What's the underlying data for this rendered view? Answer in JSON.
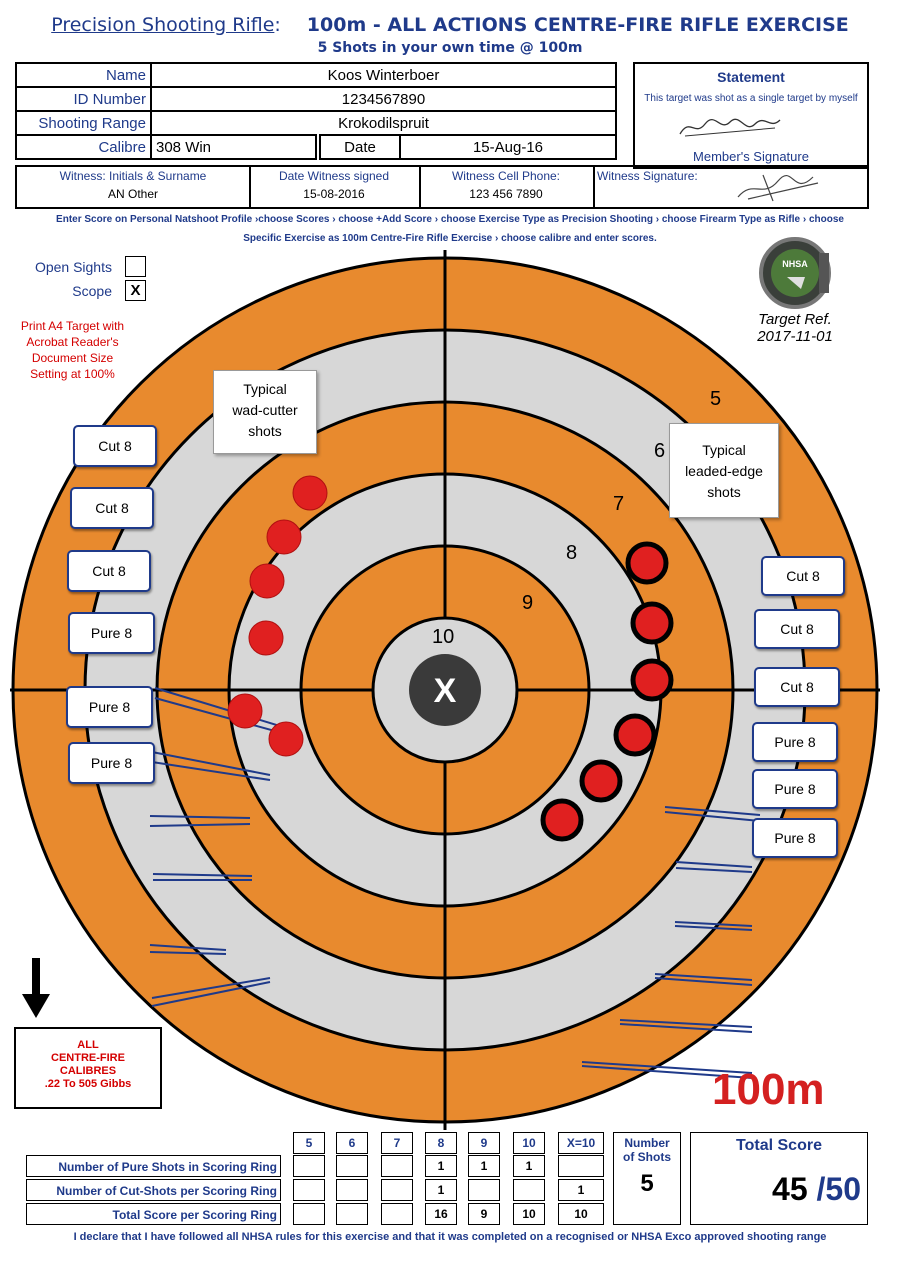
{
  "header": {
    "title_left": "Precision Shooting Rifle",
    "title_sep": ":",
    "title_right": "100m - ALL ACTIONS CENTRE-FIRE RIFLE EXERCISE",
    "subtitle": "5 Shots in your own time @ 100m"
  },
  "info": {
    "name_label": "Name",
    "name": "Koos  Winterboer",
    "id_label": "ID Number",
    "id": "1234567890",
    "range_label": "Shooting Range",
    "range": "Krokodilspruit",
    "calibre_label": "Calibre",
    "calibre": "308 Win",
    "date_label": "Date",
    "date": "15-Aug-16"
  },
  "statement": {
    "heading": "Statement",
    "text": "This target was shot as a single target by myself",
    "signature_label": "Member's Signature"
  },
  "witness": {
    "name_label": "Witness:  Initials & Surname",
    "name": "AN Other",
    "date_label": "Date Witness signed",
    "date": "15-08-2016",
    "phone_label": "Witness Cell Phone:",
    "phone": "123 456 7890",
    "sig_label": "Witness Signature:"
  },
  "instructions": {
    "line1": "Enter Score on Personal Natshoot Profile ›choose Scores › choose +Add Score › choose Exercise Type as Precision Shooting › choose Firearm Type as Rifle › choose",
    "line2": "Specific Exercise as 100m Centre-Fire Rifle Exercise › choose calibre and enter scores."
  },
  "sights": {
    "open_label": "Open Sights",
    "scope_label": "Scope",
    "open_mark": "",
    "scope_mark": "X"
  },
  "print_note": [
    "Print A4 Target with",
    "Acrobat Reader's",
    "Document Size",
    "Setting at 100%"
  ],
  "logo_text": "NHSA",
  "target_ref": {
    "label": "Target Ref.",
    "value": "2017-11-01"
  },
  "target": {
    "ring_numbers": [
      "5",
      "6",
      "7",
      "8",
      "9",
      "10"
    ],
    "center_mark": "X",
    "typical_wad": [
      "Typical",
      "wad-cutter",
      "shots"
    ],
    "typical_lead": [
      "Typical",
      "leaded-edge",
      "shots"
    ],
    "left_labels": [
      "Cut 8",
      "Cut 8",
      "Cut 8",
      "Pure 8",
      "Pure 8",
      "Pure 8"
    ],
    "right_labels": [
      "Cut 8",
      "Cut 8",
      "Cut 8",
      "Pure 8",
      "Pure 8",
      "Pure 8"
    ]
  },
  "calibres_box": [
    "ALL",
    "CENTRE-FIRE",
    "CALIBRES",
    ".22  To 505 Gibbs"
  ],
  "distance": "100m",
  "scoretable": {
    "rings": [
      "5",
      "6",
      "7",
      "8",
      "9",
      "10",
      "X=10"
    ],
    "row_labels": [
      "Number of Pure Shots in Scoring Ring",
      "Number of Cut-Shots  per Scoring Ring",
      "Total Score per Scoring Ring"
    ],
    "pure": [
      "",
      "",
      "",
      "1",
      "1",
      "1",
      ""
    ],
    "cut": [
      "",
      "",
      "",
      "1",
      "",
      "",
      "1"
    ],
    "total": [
      "",
      "",
      "",
      "16",
      "9",
      "10",
      "10"
    ],
    "shots_label1": "Number",
    "shots_label2": "of Shots",
    "shots": "5",
    "total_label": "Total Score",
    "total_score": "45",
    "total_max": "/50"
  },
  "declaration": "I declare that I have followed all NHSA rules for this exercise and that it was completed on a recognised or NHSA Exco approved shooting range",
  "colors": {
    "orange": "#e88a2e",
    "grey": "#d7d7d7",
    "navy": "#1f3a8a",
    "red": "#d42020"
  }
}
